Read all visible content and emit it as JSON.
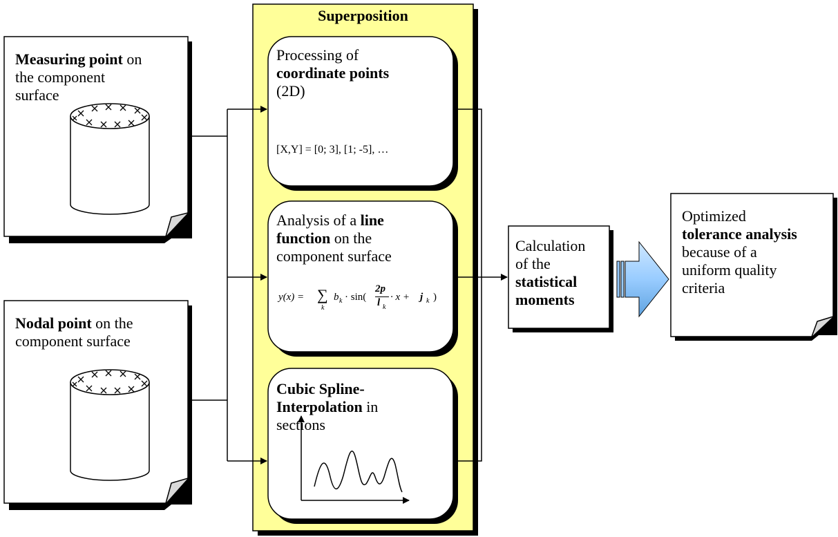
{
  "superposition": {
    "title": "Superposition",
    "fill": "#ffff99"
  },
  "doc_measuring": {
    "bold": "Measuring point",
    "rest1": " on",
    "line2": "the component",
    "line3": "surface"
  },
  "doc_nodal": {
    "bold": "Nodal point",
    "rest1": " on the",
    "line2": "component surface"
  },
  "box_coordinate": {
    "line1": "Processing of",
    "bold": "coordinate points",
    "line3": "(2D)",
    "example": "[X,Y] = [0; 3], [1; -5], …"
  },
  "box_line": {
    "pre": "Analysis of a ",
    "bold1": "line",
    "bold2": "function",
    "rest2": " on the",
    "line3": "component surface",
    "formula_lhs": "y(x) = ",
    "formula_sum": "∑",
    "formula_sub": "k",
    "formula_b": "b",
    "formula_bsub": "k",
    "formula_sin": " · sin(",
    "formula_frac_num": "2p",
    "formula_frac_den": "l",
    "formula_densub": "k",
    "formula_x": " · x + ",
    "formula_j": "j",
    "formula_jsub": "k",
    "formula_close": ")"
  },
  "box_spline": {
    "bold1": "Cubic Spline-",
    "bold2": "Interpolation",
    "rest2": " in",
    "line3": "sections"
  },
  "calc_box": {
    "line1": "Calculation",
    "line2": "of the",
    "bold1": "statistical",
    "bold2": "moments"
  },
  "result_doc": {
    "line1": "Optimized",
    "bold": "tolerance analysis",
    "line3": "because of a",
    "line4": "uniform quality",
    "line5": "criteria"
  },
  "colors": {
    "arrow_fill": "#99ccff",
    "shadow": "#000000"
  }
}
